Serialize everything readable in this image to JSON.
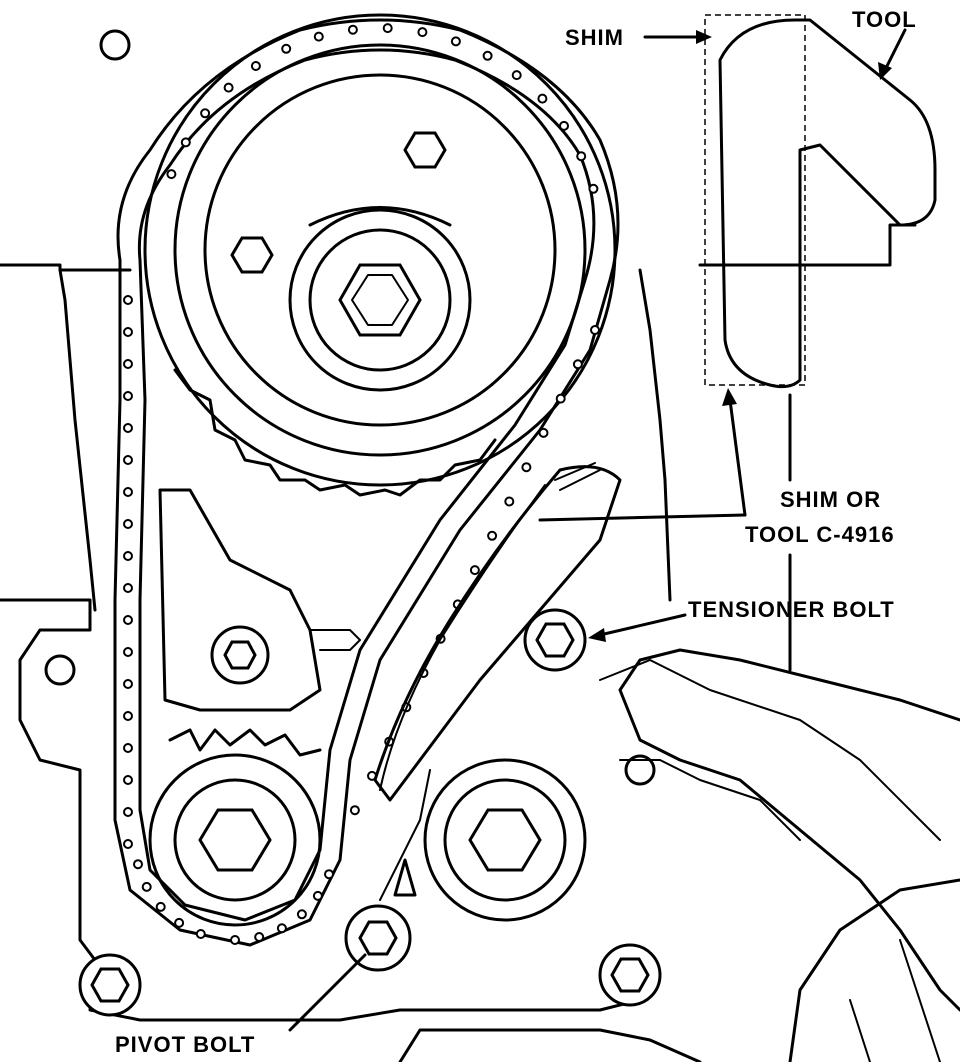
{
  "labels": {
    "shim": "SHIM",
    "tool": "TOOL",
    "shim_or_line1": "SHIM OR",
    "shim_or_line2": "TOOL C-4916",
    "tensioner_bolt": "TENSIONER BOLT",
    "pivot_bolt": "PIVOT BOLT"
  },
  "colors": {
    "ink": "#000000",
    "paper": "#ffffff"
  }
}
